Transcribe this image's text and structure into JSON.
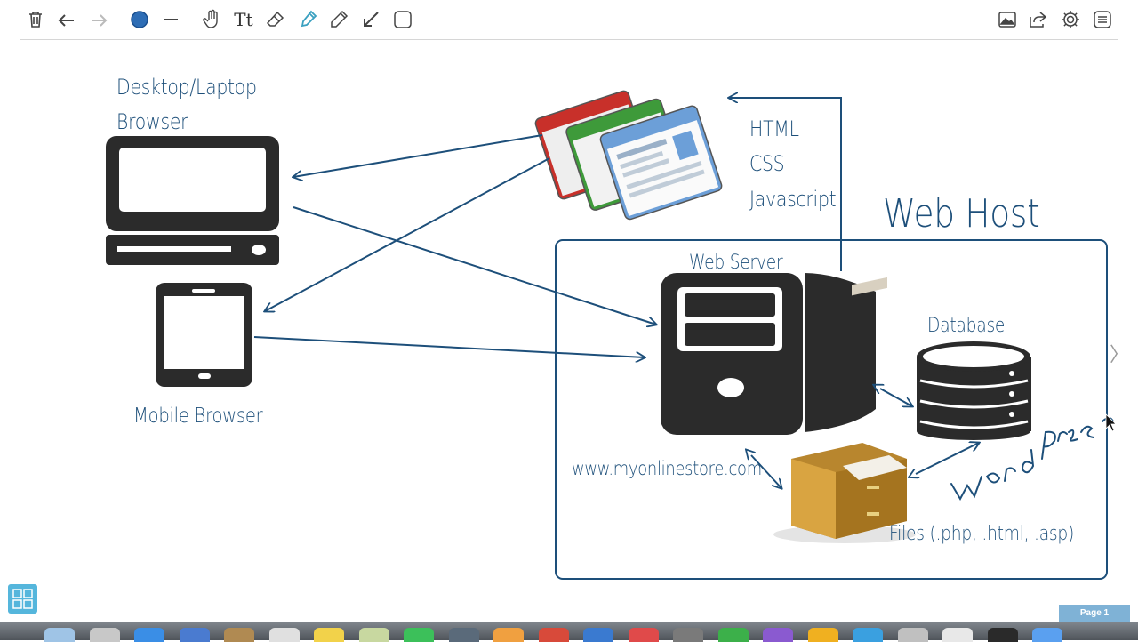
{
  "toolbar": {
    "left_tools": [
      {
        "name": "trash-icon"
      },
      {
        "name": "undo-icon"
      },
      {
        "name": "redo-icon"
      },
      {
        "name": "color-picker-icon",
        "color": "#2e6db5"
      },
      {
        "name": "line-weight-icon"
      },
      {
        "name": "hand-tool-icon"
      },
      {
        "name": "text-tool-icon",
        "label": "Tt"
      },
      {
        "name": "eraser-icon"
      },
      {
        "name": "highlighter-icon"
      },
      {
        "name": "pencil-icon"
      },
      {
        "name": "arrow-tool-icon"
      },
      {
        "name": "shape-tool-icon"
      }
    ],
    "right_tools": [
      {
        "name": "image-icon"
      },
      {
        "name": "share-icon"
      },
      {
        "name": "settings-gear-icon"
      },
      {
        "name": "menu-icon"
      }
    ]
  },
  "diagram": {
    "desktop_label_line1": "Desktop/Laptop",
    "desktop_label_line2": "Browser",
    "mobile_label": "Mobile Browser",
    "tech_html": "HTML",
    "tech_css": "CSS",
    "tech_js": "Javascript",
    "web_host_title": "Web Host",
    "web_server_label": "Web Server",
    "database_label": "Database",
    "domain_label": "www.myonlinestore.com",
    "files_label": "Files (.php, .html, .asp)",
    "handwritten_note": "WordPress",
    "ink_color": "#1d4f7a",
    "icon_color": "#2b2b2b"
  },
  "page_indicator": "Page 1",
  "next_page_glyph": "〉",
  "dock": {
    "colors": [
      "#9fc4e6",
      "#c8c8c8",
      "#3a8ee6",
      "#4a7bd0",
      "#b08a52",
      "#e0e0e0",
      "#f2d24a",
      "#c8d8a0",
      "#3cc05a",
      "#5a6a7a",
      "#f0a040",
      "#d84a3a",
      "#3a7ad0",
      "#e04a4a",
      "#7a7a7a",
      "#3cb04a",
      "#8a5ad0",
      "#f0b020",
      "#3aa0e0",
      "#c0c0c0",
      "#e8e8e8",
      "#2a2a2a",
      "#5aa0f0"
    ]
  }
}
